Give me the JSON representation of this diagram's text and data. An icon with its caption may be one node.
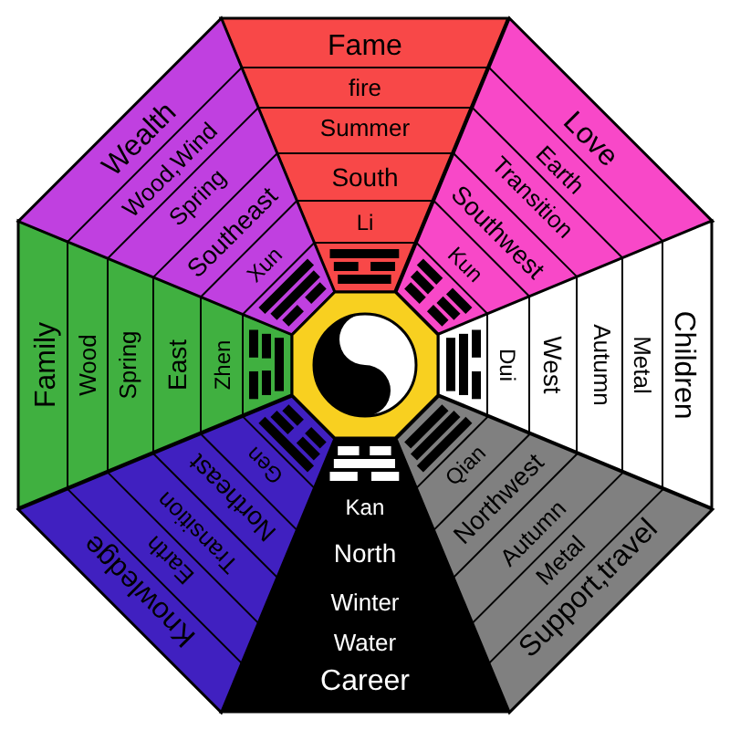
{
  "diagram": {
    "nodes": [
      {
        "text": [
          "Fame",
          "fire",
          "Summer",
          "South",
          "Li"
        ]
      },
      {
        "text": [
          "Love",
          "Earth",
          "Transition",
          "Southwest",
          "Kun"
        ]
      },
      {
        "text": [
          "Children",
          "Metal",
          "Autumn",
          "West",
          "Dui"
        ]
      },
      {
        "text": [
          "Qian",
          "Northwest",
          "Autumn",
          "Metal",
          "Support,travel"
        ]
      },
      {
        "text": [
          "Kan",
          "North",
          "Winter",
          "Water",
          "Career"
        ]
      },
      {
        "text": [
          "Knowledge",
          "Earth",
          "Transition",
          "Northeast",
          "Gen"
        ]
      },
      {
        "text": [
          "Family",
          "Wood",
          "Spring",
          "East",
          "Zhen"
        ]
      },
      {
        "text": [
          "Wealth",
          "Wood,Wind",
          "Spring",
          "Southeast",
          "Xun"
        ]
      }
    ]
  }
}
